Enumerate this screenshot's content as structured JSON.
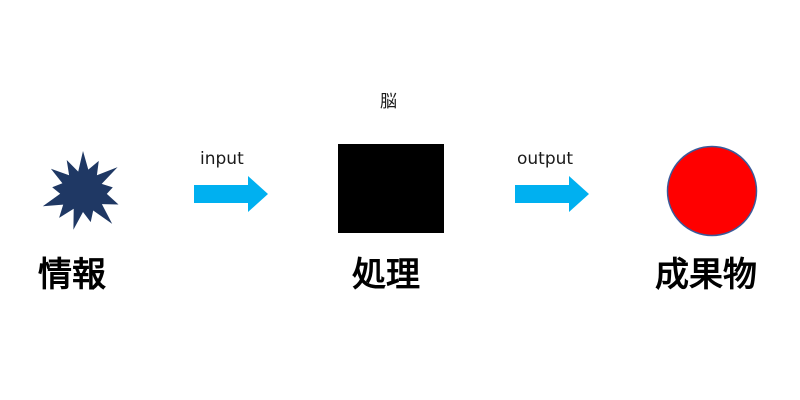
{
  "nodes": {
    "information": {
      "label": "情報",
      "icon": "explosion-star-icon",
      "color": "#1f3864"
    },
    "processing": {
      "label": "処理",
      "caption": "脳",
      "icon": "black-square-icon",
      "color": "#000000"
    },
    "product": {
      "label": "成果物",
      "icon": "red-circle-icon",
      "color": "#ff0000",
      "stroke": "#3a5a9a"
    }
  },
  "edges": {
    "input": {
      "label": "input",
      "icon": "right-arrow-icon",
      "color": "#00b0f0"
    },
    "output": {
      "label": "output",
      "icon": "right-arrow-icon",
      "color": "#00b0f0"
    }
  }
}
